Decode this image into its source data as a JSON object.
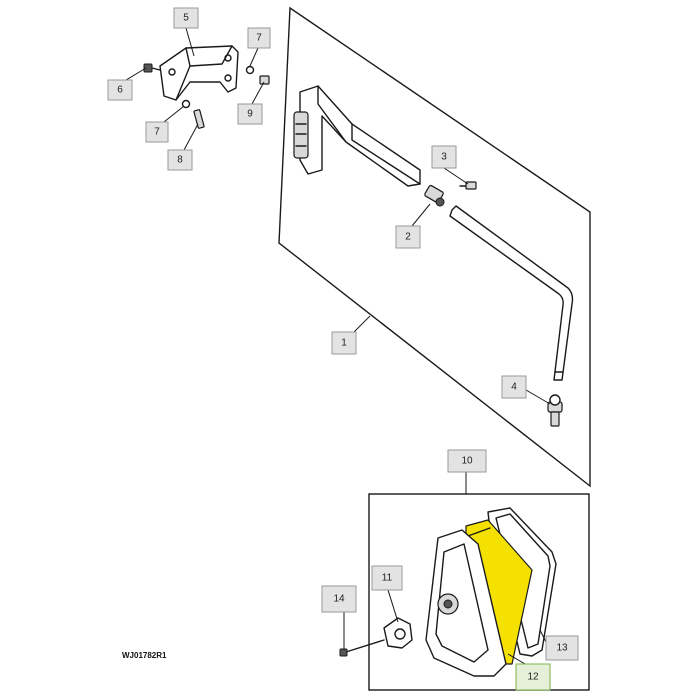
{
  "diagram": {
    "reference_code": "WJ01782R1",
    "highlight_color": "#f5e100",
    "callouts": [
      {
        "id": "c1",
        "label": "1"
      },
      {
        "id": "c2",
        "label": "2"
      },
      {
        "id": "c3",
        "label": "3"
      },
      {
        "id": "c4",
        "label": "4"
      },
      {
        "id": "c5",
        "label": "5"
      },
      {
        "id": "c6",
        "label": "6"
      },
      {
        "id": "c7a",
        "label": "7"
      },
      {
        "id": "c7b",
        "label": "7"
      },
      {
        "id": "c8",
        "label": "8"
      },
      {
        "id": "c9",
        "label": "9"
      },
      {
        "id": "c10",
        "label": "10"
      },
      {
        "id": "c11",
        "label": "11"
      },
      {
        "id": "c12",
        "label": "12",
        "highlighted": true
      },
      {
        "id": "c13",
        "label": "13"
      },
      {
        "id": "c14",
        "label": "14"
      }
    ]
  }
}
